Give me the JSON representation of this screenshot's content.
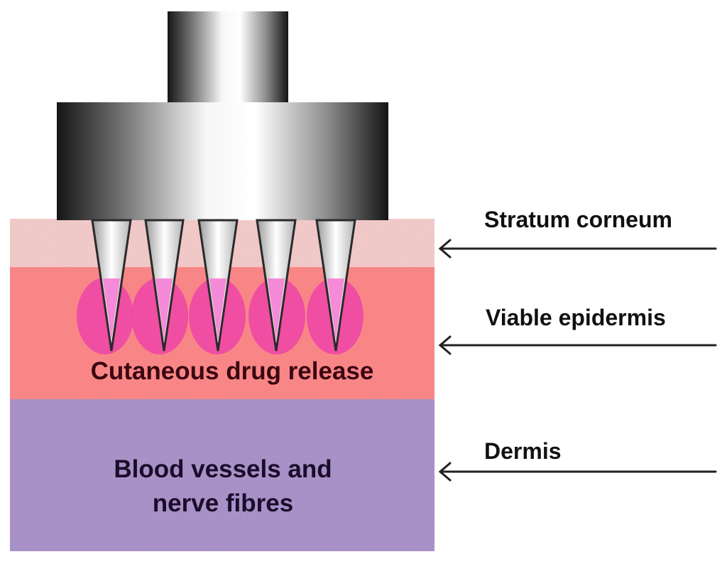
{
  "labels": {
    "stratum_corneum": "Stratum corneum",
    "viable_epidermis": "Viable epidermis",
    "dermis": "Dermis",
    "drug_release": "Cutaneous drug release",
    "dermis_line1": "Blood vessels and",
    "dermis_line2": "nerve fibres"
  },
  "colors": {
    "stratum_corneum": "#f4c9c9",
    "viable_epidermis": "#f98686",
    "dermis": "#a68cc8",
    "drug_cloud": "#ee4aa6",
    "needle_tip_fill": "#f48ad8",
    "text_dark": "#3a0612",
    "text_black": "#111111"
  },
  "needle_count": 5
}
